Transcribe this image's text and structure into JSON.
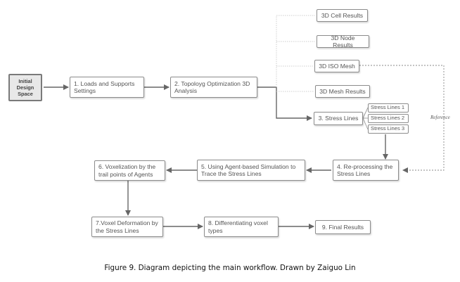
{
  "nodes": {
    "initial": "Initial Design Space",
    "loads": "1. Loads and Supports Settings",
    "topology": "2. Topoloyg Optimization 3D Analysis",
    "cell_results": "3D Cell Results",
    "node_results": "3D Node Results",
    "iso_mesh": "3D ISO Mesh",
    "mesh_results": "3D  Mesh Results",
    "stress_lines": "3. Stress Lines",
    "stress_lines_1": "Stress Lines 1",
    "stress_lines_2": "Stress Lines 2",
    "stress_lines_3": "Stress Lines 3",
    "reprocessing": "4. Re-processing the Stress Lines",
    "agent_sim": "5. Using Agent-based Simulation to Trace the Stress Lines",
    "voxelization": "6. Voxelization by the trail points of Agents",
    "voxel_deform": "7.Voxel Deformation by the Stress Lines",
    "differentiating": "8. Differentiating voxel types",
    "final": "9. Final Results"
  },
  "reference_label": "Reference",
  "caption": "Figure 9.    Diagram depicting the main workflow. Drawn by Zaiguo Lin"
}
